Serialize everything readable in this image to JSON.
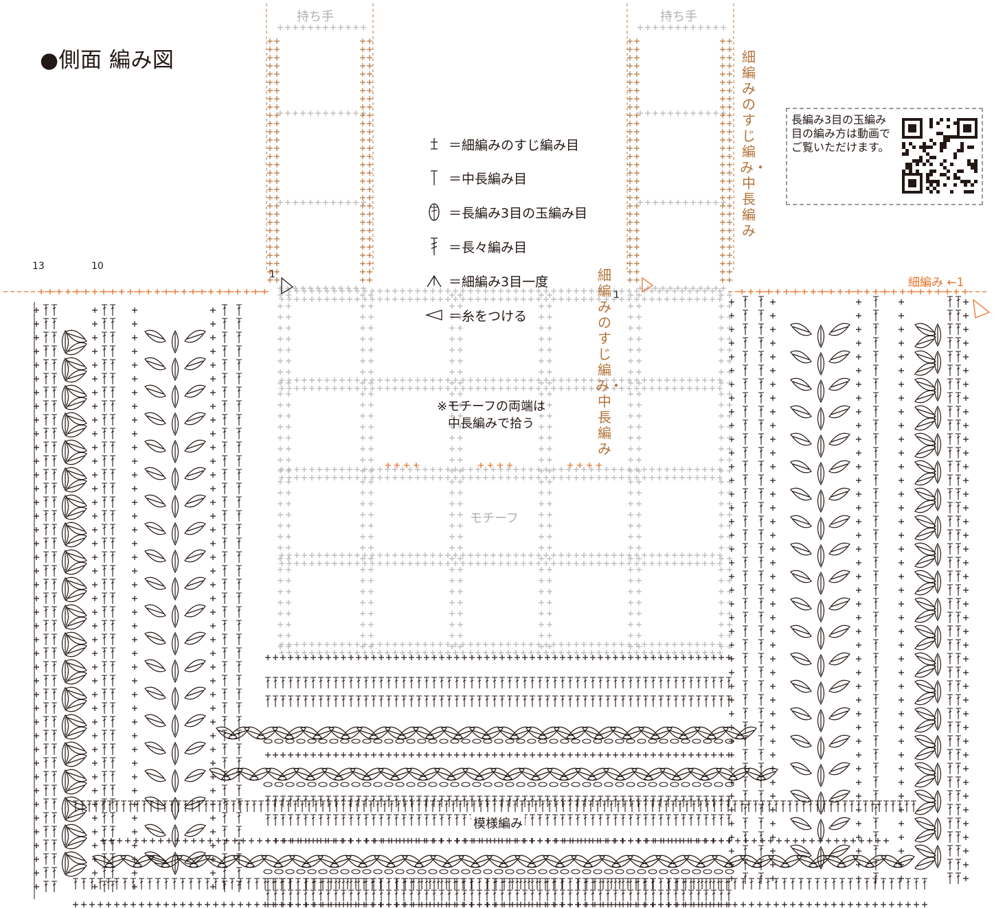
{
  "title": "●側面 編み図",
  "legend": [
    {
      "symbol": "sc-back-loop-icon",
      "text": "＝細編みのすじ編み目"
    },
    {
      "symbol": "hdc-icon",
      "text": "＝中長編み目"
    },
    {
      "symbol": "dc3-bobble-icon",
      "text": "＝長編み3目の玉編み目"
    },
    {
      "symbol": "tr-icon",
      "text": "＝長々編み目"
    },
    {
      "symbol": "sc3tog-icon",
      "text": "＝細編み3目一度"
    },
    {
      "symbol": "join-yarn-icon",
      "text": "＝糸をつける"
    }
  ],
  "note": {
    "line1": "※モチーフの両端は",
    "line2": "中長編みで拾う"
  },
  "qr": {
    "text": "長編み3目の玉編み目の編み方は動画でご覧いただけます。"
  },
  "labels": {
    "handle": "持ち手",
    "motif": "モチーフ",
    "pattern": "模様編み",
    "sc_row": "細編み",
    "arrow_one": "←1",
    "side_vertical": "細編みのすじ編み・中長編み",
    "row_13": "13",
    "row_10": "10",
    "row_1": "1"
  },
  "colors": {
    "ink": "#231815",
    "brown": "#b4743a",
    "orange": "#e8722b",
    "gray": "#b0b0b0"
  }
}
